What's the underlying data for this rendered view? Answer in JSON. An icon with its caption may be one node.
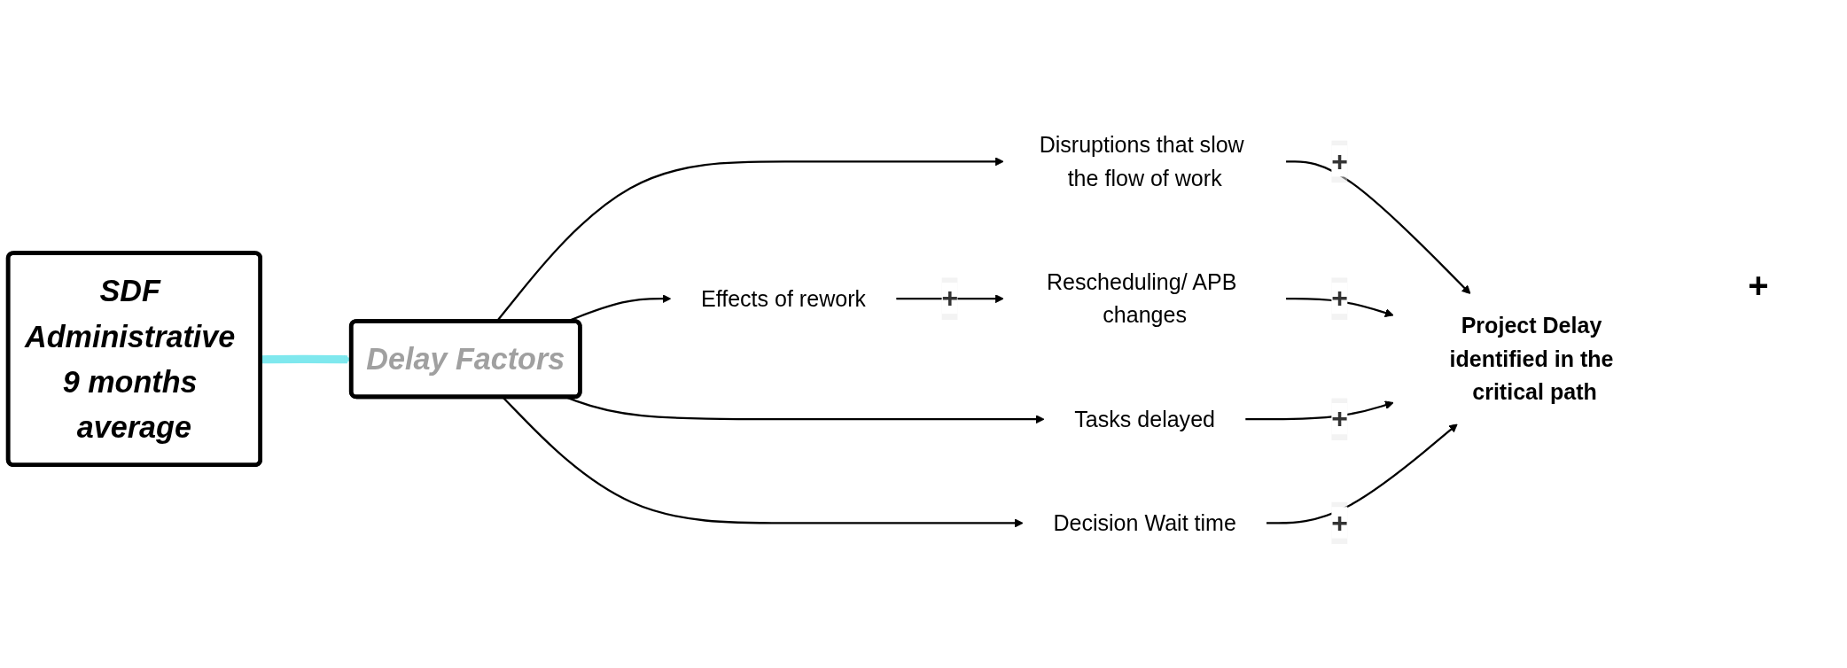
{
  "diagram": {
    "nodes": [
      {
        "text": [
          "SDF Administrative 9 months average"
        ]
      },
      {
        "text": [
          "Delay Factors"
        ]
      },
      {
        "text": [
          "Effects of rework"
        ]
      },
      {
        "text": [
          "Disruptions that slow the flow of work"
        ]
      },
      {
        "text": [
          "Rescheduling/ APB changes"
        ]
      },
      {
        "text": [
          "Tasks delayed"
        ]
      },
      {
        "text": [
          "Decision Wait time"
        ]
      },
      {
        "text": [
          "Project Delay identified in the critical path"
        ]
      }
    ],
    "edges": [
      {
        "from": 0,
        "to": 1,
        "arrow": "to",
        "style": "thick",
        "color": "#7fe8ee"
      },
      {
        "from": 1,
        "to": 2,
        "arrow": "to"
      },
      {
        "from": 1,
        "to": 3,
        "arrow": "to"
      },
      {
        "from": 1,
        "to": 5,
        "arrow": "to"
      },
      {
        "from": 1,
        "to": 6,
        "arrow": "to"
      },
      {
        "from": 2,
        "to": 4,
        "arrow": "to",
        "label": "+"
      },
      {
        "from": 3,
        "to": 7,
        "arrow": "to",
        "label": "+"
      },
      {
        "from": 4,
        "to": 7,
        "arrow": "to",
        "label": "+"
      },
      {
        "from": 5,
        "to": 7,
        "arrow": "to",
        "label": "+"
      },
      {
        "from": 6,
        "to": 7,
        "arrow": "to",
        "label": "+"
      }
    ],
    "labels": [
      "+"
    ]
  }
}
